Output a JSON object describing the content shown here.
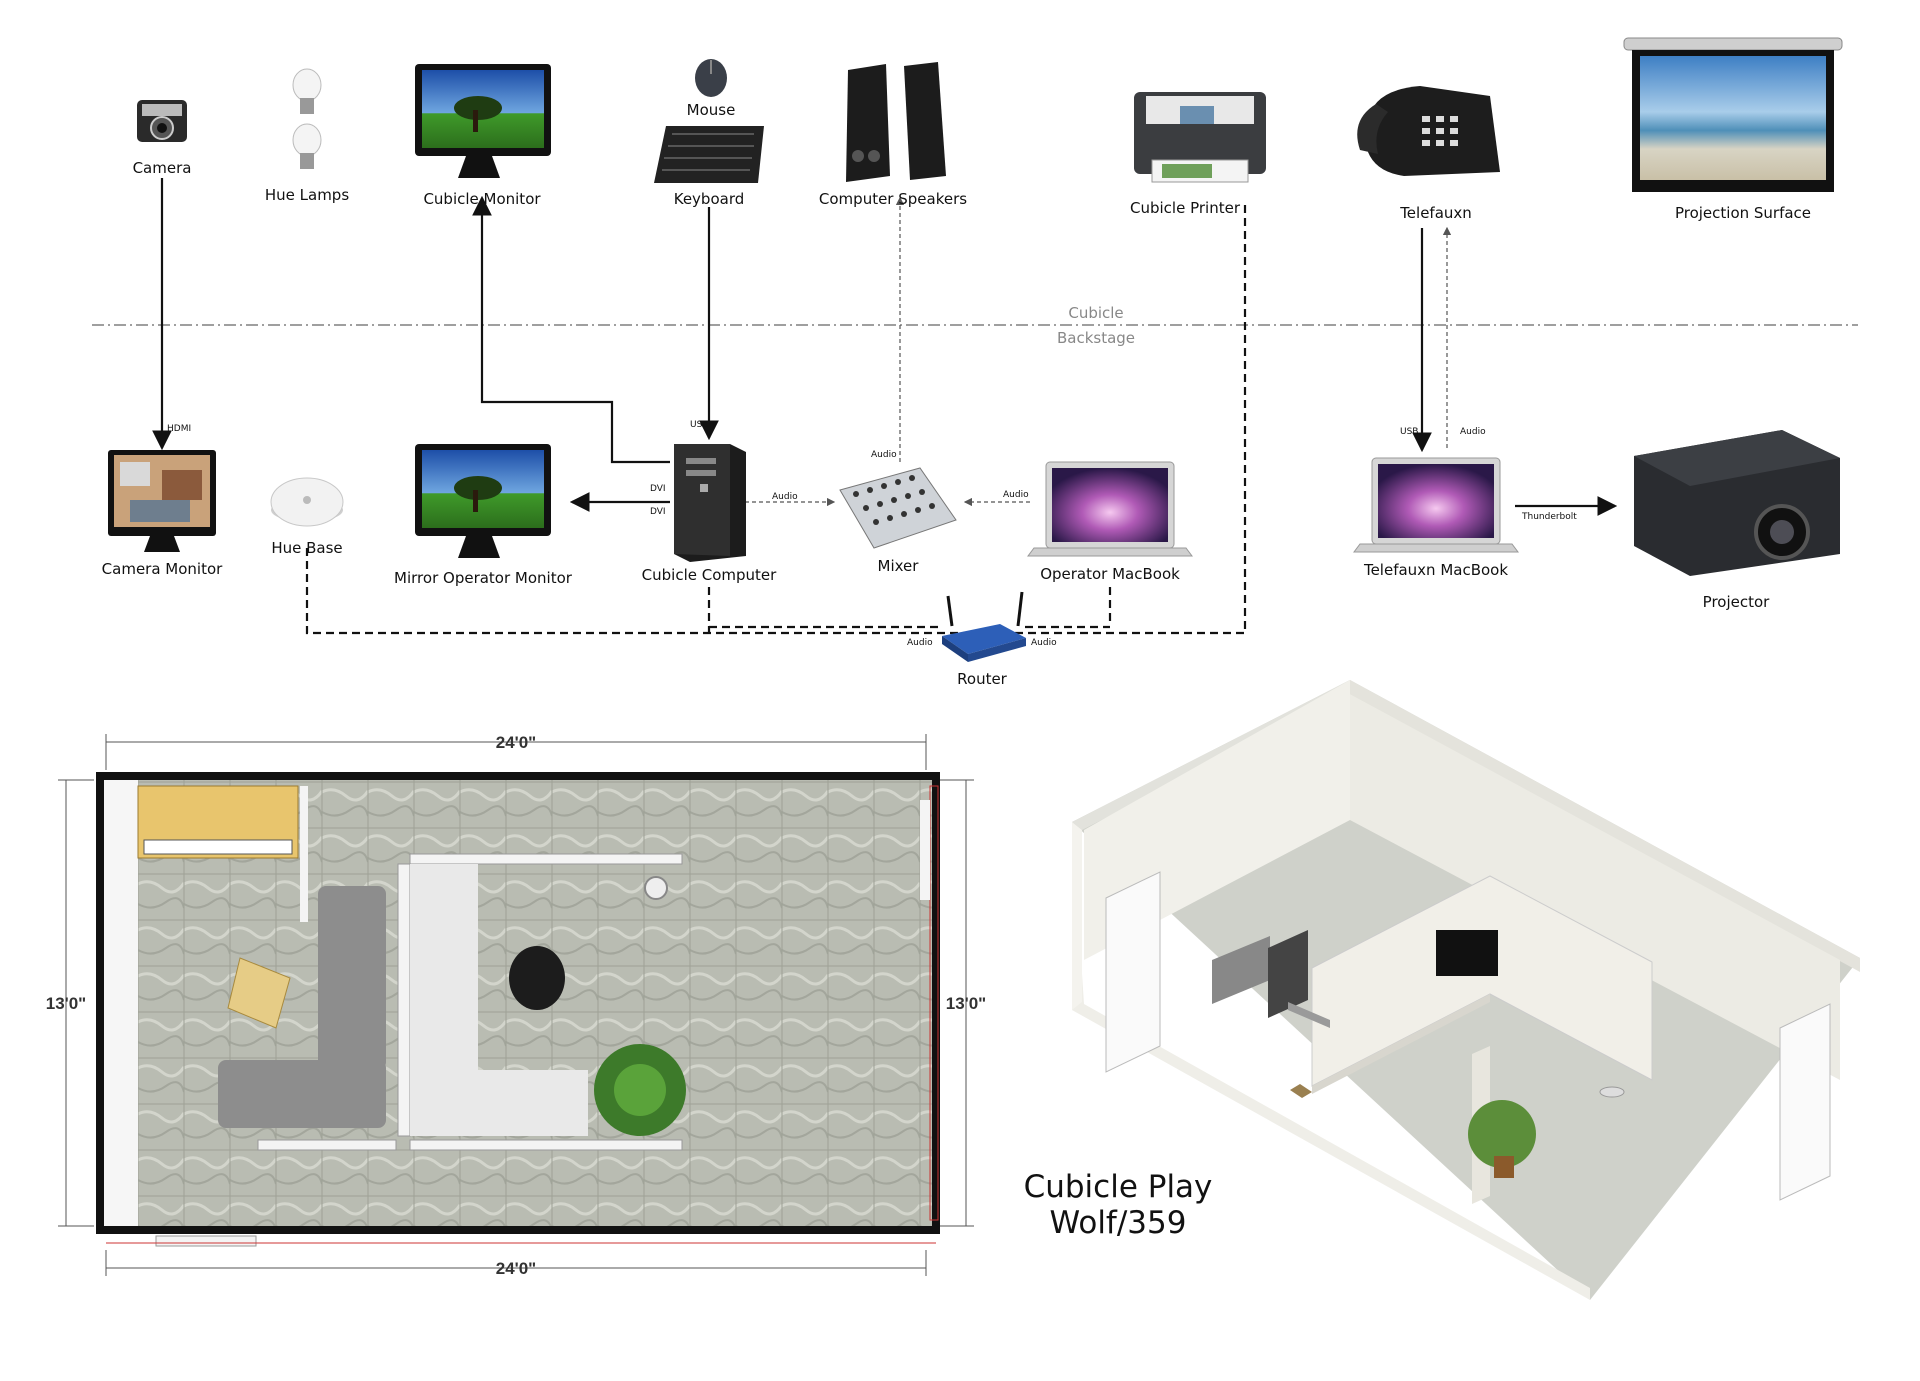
{
  "zones": {
    "upper": "Cubicle",
    "lower": "Backstage"
  },
  "devices": {
    "camera": "Camera",
    "hue_lamps": "Hue Lamps",
    "cubicle_monitor": "Cubicle Monitor",
    "mouse": "Mouse",
    "keyboard": "Keyboard",
    "computer_speakers": "Computer Speakers",
    "cubicle_printer": "Cubicle Printer",
    "telefauxn": "Telefauxn",
    "projection_surface": "Projection Surface",
    "camera_monitor": "Camera Monitor",
    "hue_base": "Hue Base",
    "mirror_operator_monitor": "Mirror Operator Monitor",
    "cubicle_computer": "Cubicle Computer",
    "mixer": "Mixer",
    "operator_macbook": "Operator MacBook",
    "telefauxn_macbook": "Telefauxn MacBook",
    "projector": "Projector",
    "router": "Router"
  },
  "connections": {
    "hdmi": "HDMI",
    "usb_computer": "USB",
    "dvi_1": "DVI",
    "dvi_2": "DVI",
    "audio_computer_mixer": "Audio",
    "audio_mixer_speakers": "Audio",
    "audio_macbook_mixer": "Audio",
    "usb_telefauxn": "USB",
    "audio_telefauxn": "Audio",
    "thunderbolt": "Thunderbolt",
    "router_audio_left": "Audio",
    "router_audio_right": "Audio"
  },
  "floor_plan": {
    "dim_top": "24'0\"",
    "dim_bottom": "24'0\"",
    "dim_left": "13'0\"",
    "dim_right": "13'0\""
  },
  "title": {
    "line1": "Cubicle Play",
    "line2": "Wolf/359"
  }
}
